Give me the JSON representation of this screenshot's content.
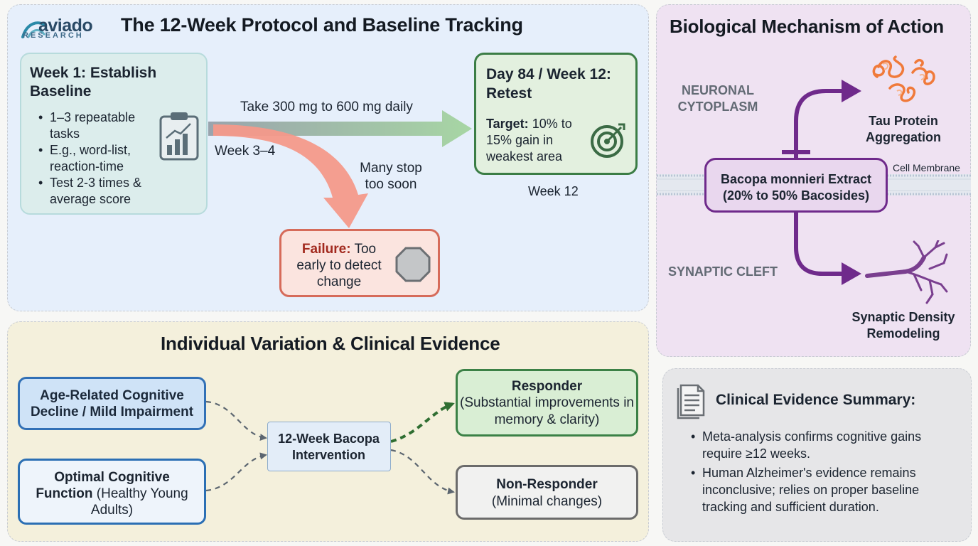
{
  "logo": {
    "word": "aviado",
    "sub": "RESEARCH"
  },
  "protocol": {
    "title": "The 12-Week Protocol and Baseline Tracking",
    "week1": {
      "title": "Week 1: Establish Baseline",
      "items": [
        "1–3 repeatable tasks",
        "E.g., word-list, reaction-time",
        "Test 2-3 times & average score"
      ]
    },
    "dose_label": "Take 300 mg to 600 mg daily",
    "week34_label": "Week 3–4",
    "stop_label": "Many stop too soon",
    "day84": {
      "title": "Day 84 / Week 12: Retest",
      "target_label": "Target:",
      "target_text": "10% to 15% gain in weakest area"
    },
    "week12_label": "Week 12",
    "failure": {
      "label": "Failure:",
      "text": "Too early to detect change"
    }
  },
  "mechanism": {
    "title": "Biological Mechanism of Action",
    "cytoplasm_label": "NEURONAL CYTOPLASM",
    "cleft_label": "SYNAPTIC CLEFT",
    "membrane_label": "Cell Membrane",
    "bacopa_line1": "Bacopa monnieri Extract",
    "bacopa_line2": "(20% to 50% Bacosides)",
    "tau_label": "Tau Protein Aggregation",
    "synaptic_label": "Synaptic Density Remodeling"
  },
  "variation": {
    "title": "Individual Variation & Clinical Evidence",
    "age_label": "Age-Related Cognitive Decline / Mild Impairment",
    "optimal_bold": "Optimal Cognitive Function",
    "optimal_rest": "(Healthy Young Adults)",
    "intervention_label": "12-Week Bacopa Intervention",
    "responder_title": "Responder",
    "responder_text": "(Substantial improvements in memory & clarity)",
    "nonresponder_title": "Non-Responder",
    "nonresponder_text": "(Minimal changes)"
  },
  "evidence": {
    "title": "Clinical Evidence Summary:",
    "items": [
      "Meta-analysis confirms cognitive gains require ≥12 weeks.",
      "Human Alzheimer's evidence remains inconclusive; relies on proper baseline tracking and sufficient duration."
    ]
  },
  "colors": {
    "protocol_bg": "#e6effb",
    "mechanism_bg": "#efe2f2",
    "variation_bg": "#f4f0dc",
    "evidence_bg": "#e6e6e8",
    "success_green": "#3b7d45",
    "failure_red": "#d66b5a",
    "mechanism_purple": "#6f2a8b",
    "blue": "#3170b6"
  },
  "icons": [
    "logo-icon",
    "clipboard-chart-icon",
    "target-icon",
    "stop-octagon-icon",
    "tau-protein-icon",
    "dendrite-icon",
    "document-icon"
  ]
}
